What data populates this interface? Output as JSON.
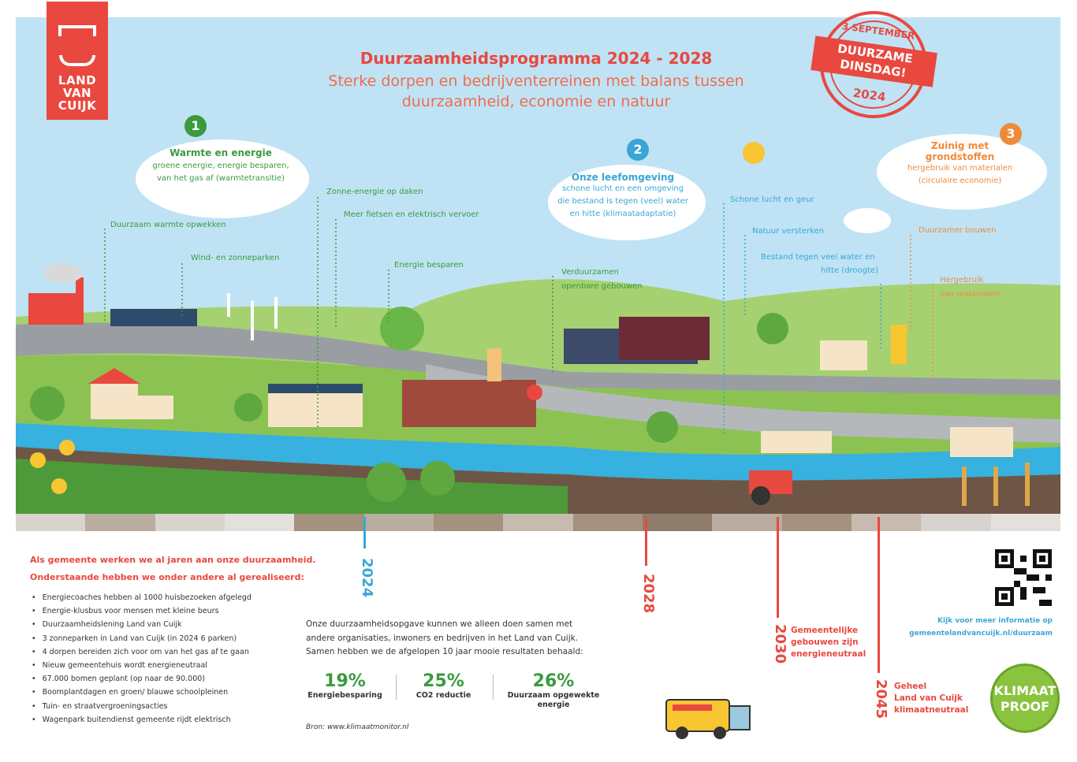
{
  "logo": {
    "text": "LAND VAN CUIJK"
  },
  "title": {
    "main": "Duurzaamheidsprogramma 2024 - 2028",
    "sub1": "Sterke dorpen en bedrijventerreinen met balans tussen",
    "sub2": "duurzaamheid, economie en natuur"
  },
  "stamp": {
    "top": "3 SEPTEMBER",
    "line1": "DUURZAME",
    "line2": "DINSDAG!",
    "year": "2024"
  },
  "themes": [
    {
      "num": "1",
      "title": "Warmte en energie",
      "sub1": "groene energie, energie besparen,",
      "sub2": "van het gas af (warmtetransitie)",
      "color": "#3b9a3e"
    },
    {
      "num": "2",
      "title": "Onze leefomgeving",
      "sub1": "schone lucht en een omgeving",
      "sub2": "die bestand is tegen (veel) water",
      "sub3": "en hitte (klimaatadaptatie)",
      "color": "#3aa6d6"
    },
    {
      "num": "3",
      "title1": "Zuinig met",
      "title2": "grondstoffen",
      "sub1": "hergebruik van materialen",
      "sub2": "(circulaire economie)",
      "color": "#f08a3b"
    }
  ],
  "labels": {
    "duurzaam_warmte": "Duurzaam warmte opwekken",
    "wind_zon": "Wind- en zonneparken",
    "zonne_daken": "Zonne-energie op daken",
    "fietsen": "Meer fietsen en elektrisch vervoer",
    "energie_besparen": "Energie besparen",
    "verduurzamen1": "Verduurzamen",
    "verduurzamen2": "openbare gebouwen",
    "schone_lucht": "Schone lucht en geur",
    "natuur": "Natuur versterken",
    "bestand1": "Bestand tegen veel water en",
    "bestand2": "hitte (droogte)",
    "duurzamer_bouwen": "Duurzamer bouwen",
    "hergebruik1": "Hergebruik",
    "hergebruik2": "van materialen"
  },
  "timeline": {
    "years": [
      "2024",
      "2028",
      "2030",
      "2045"
    ],
    "note_2030": [
      "Gemeentelijke",
      "gebouwen zijn",
      "energieneutraal"
    ],
    "note_2045": [
      "Geheel",
      "Land van Cuijk",
      "klimaatneutraal"
    ]
  },
  "intro": {
    "line1": "Als gemeente werken we al jaren aan onze duurzaamheid.",
    "line2": "Onderstaande hebben we onder andere al gerealiseerd:"
  },
  "achievements": [
    "Energiecoaches hebben al 1000 huisbezoeken afgelegd",
    "Energie-klusbus voor mensen met kleine beurs",
    "Duurzaamheidslening Land van Cuijk",
    "3 zonneparken in Land van Cuijk (in 2024 6 parken)",
    "4 dorpen bereiden zich voor om van het gas af te gaan",
    "Nieuw gemeentehuis wordt energieneutraal",
    "67.000 bomen geplant (op naar de 90.000)",
    "Boomplantdagen en groen/ blauwe schoolpleinen",
    "Tuin- en straatvergroeningsacties",
    "Wagenpark buitendienst gemeente rijdt elektrisch"
  ],
  "paragraph": [
    "Onze duurzaamheidsopgave kunnen we alleen doen samen met",
    "andere organisaties, inwoners en bedrijven in het Land van Cuijk.",
    "Samen hebben we de afgelopen 10 jaar mooie resultaten behaald:"
  ],
  "stats": [
    {
      "value": "19%",
      "label1": "Energiebesparing",
      "label2": ""
    },
    {
      "value": "25%",
      "label1": "CO2 reductie",
      "label2": ""
    },
    {
      "value": "26%",
      "label1": "Duurzaam opgewekte",
      "label2": "energie"
    }
  ],
  "source": "Bron: www.klimaatmonitor.nl",
  "more_info": {
    "line1": "Kijk voor meer informatie op",
    "line2": "gemeentelandvancuijk.nl/duurzaam"
  },
  "klimaat_badge": {
    "line1": "KLIMAAT",
    "line2": "PROOF"
  },
  "colors": {
    "red": "#e9483f",
    "green": "#3b9a3e",
    "blue": "#3aa6d6",
    "orange": "#f08a3b",
    "sky": "#bfe3f5"
  }
}
